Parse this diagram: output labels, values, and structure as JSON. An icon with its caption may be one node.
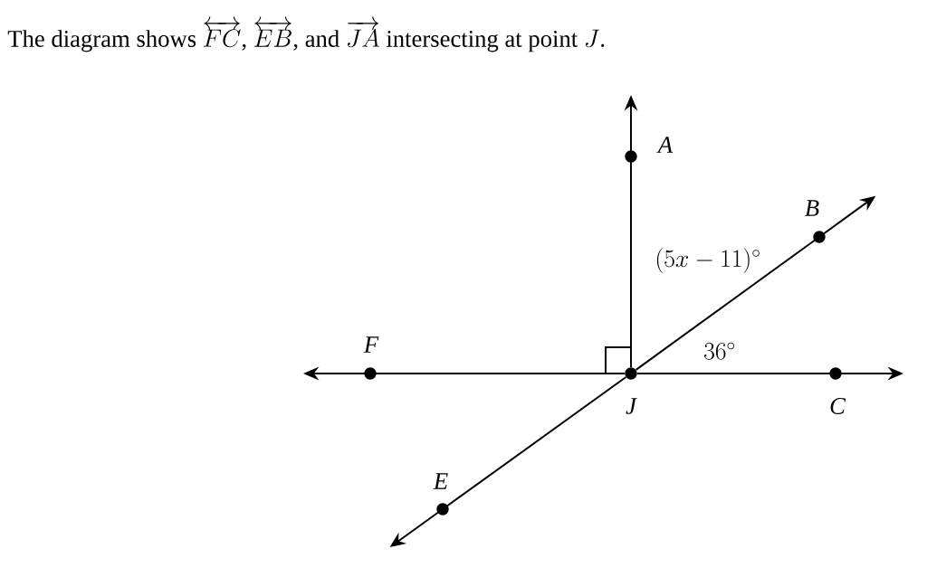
{
  "diagram": {
    "title": "\\text{The diagram shows }\\overleftrightarrow{FC}\\text{, }\\overleftrightarrow{EB}\\text{, and }\\overrightarrow{JA}\\text{ intersecting at point }J\\text{.}",
    "nodes": [
      {
        "text": [
          "A"
        ]
      },
      {
        "text": [
          "B"
        ]
      },
      {
        "text": [
          "F"
        ]
      },
      {
        "text": [
          "J"
        ]
      },
      {
        "text": [
          "C"
        ]
      },
      {
        "text": [
          "E"
        ]
      }
    ],
    "edges": [
      {
        "from": 3,
        "to": 0,
        "arrow": "to"
      },
      {
        "from": 3,
        "to": 1,
        "arrow": "to"
      },
      {
        "from": 3,
        "to": 2,
        "arrow": "to"
      },
      {
        "from": 3,
        "to": 4,
        "arrow": "to"
      },
      {
        "from": 3,
        "to": 5,
        "arrow": "to"
      }
    ],
    "labels": [
      "(5x - 11)^{\\circ}",
      "36^{\\circ}"
    ]
  }
}
